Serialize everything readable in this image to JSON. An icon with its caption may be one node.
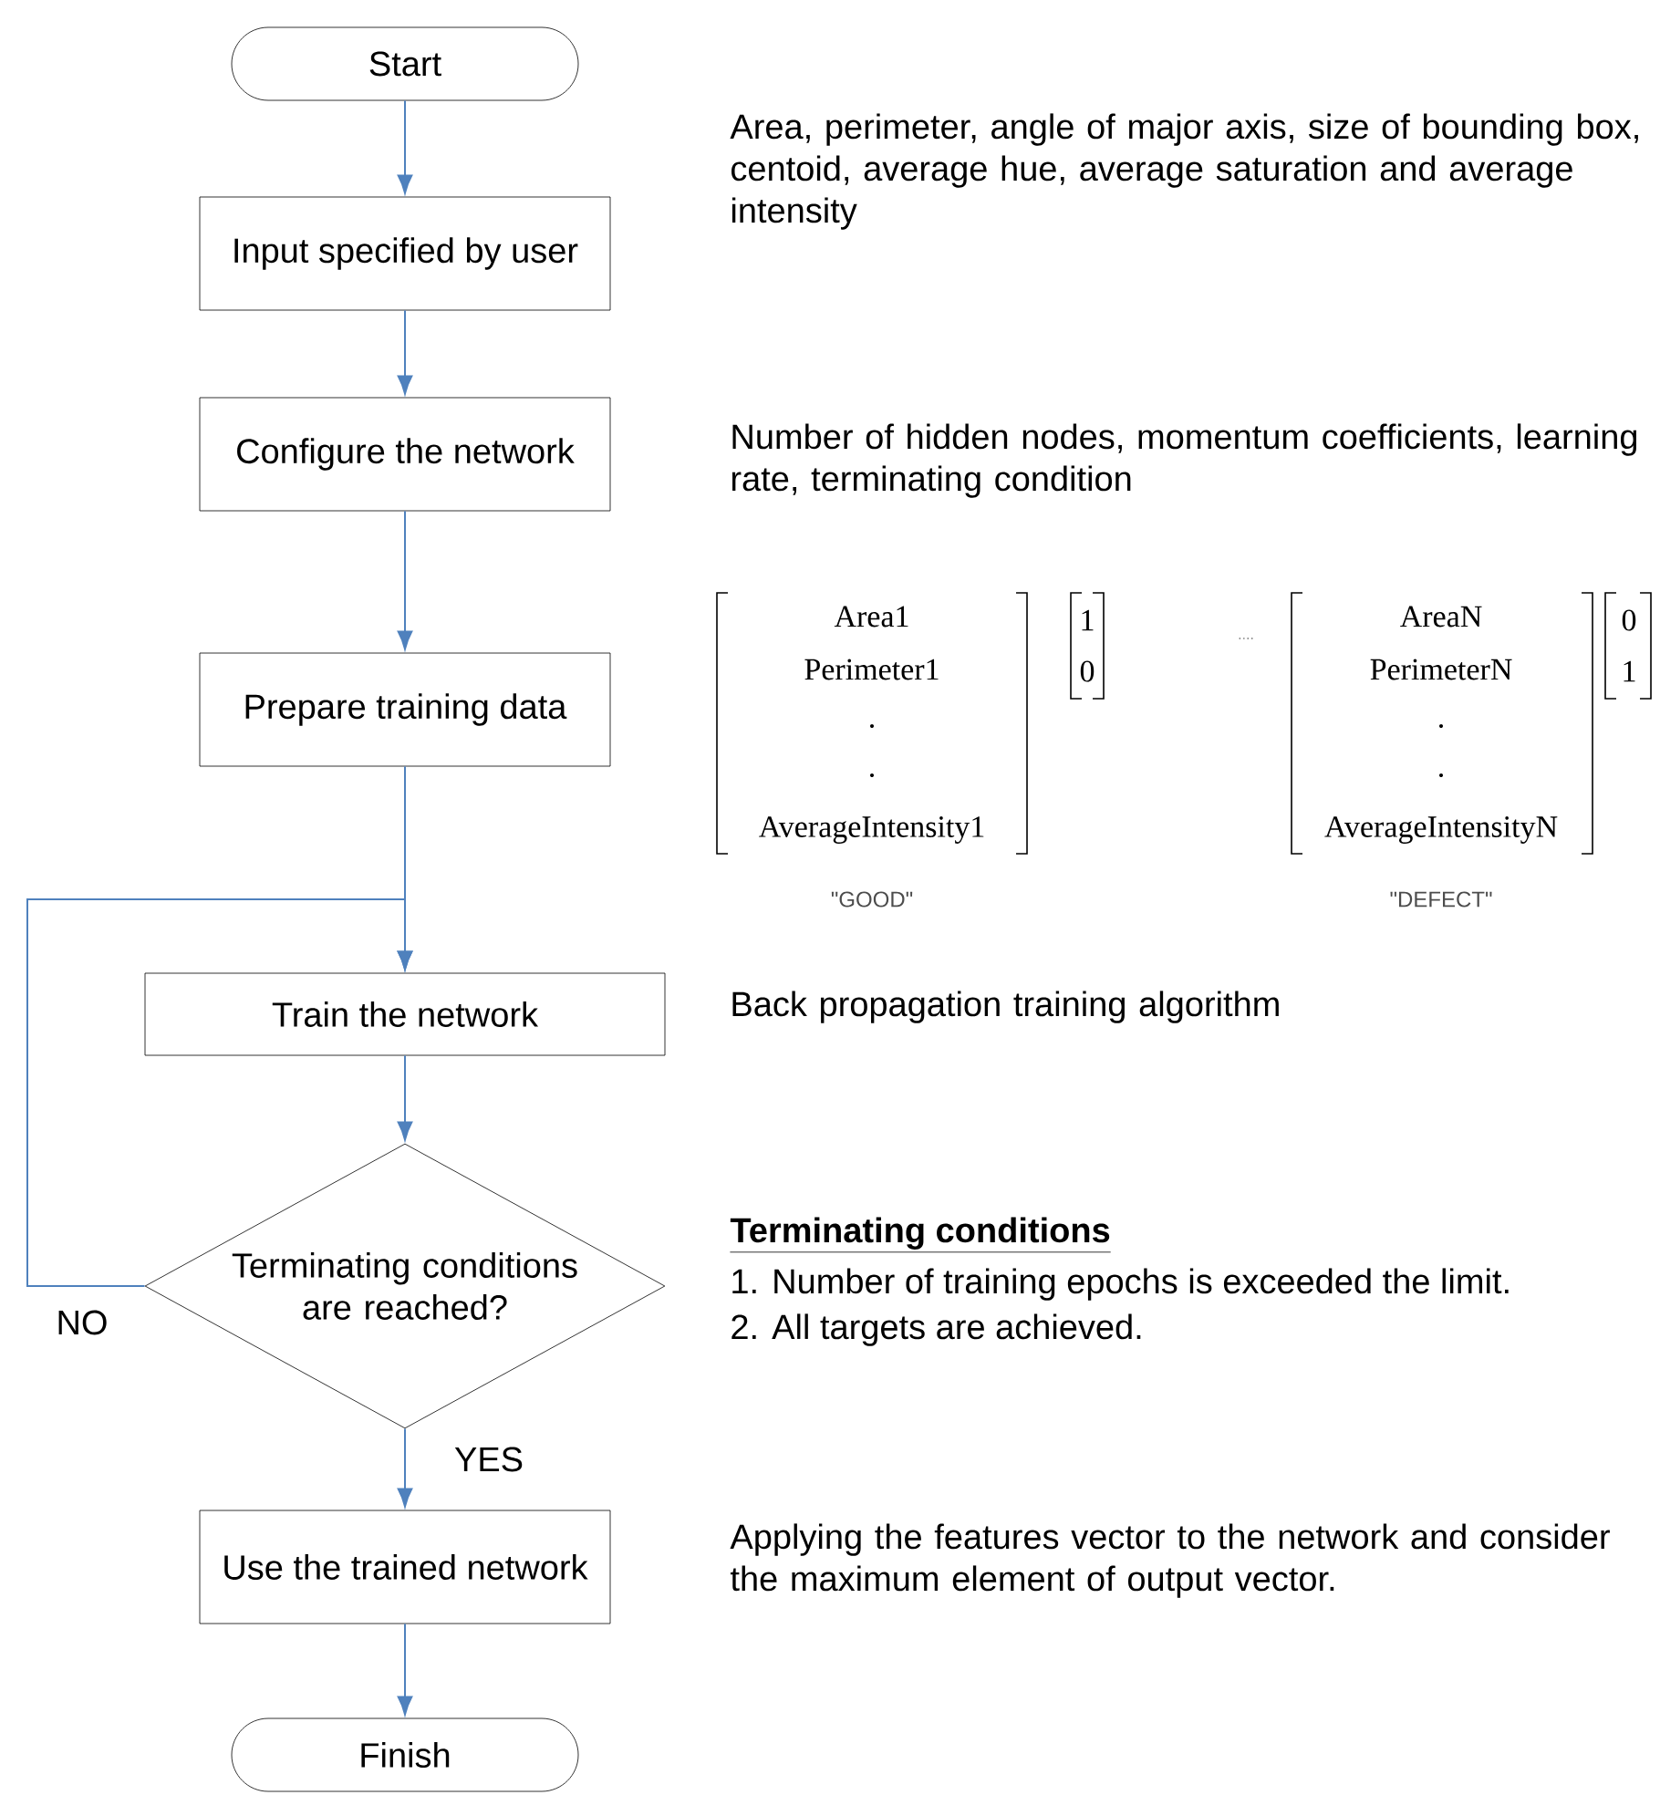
{
  "diagram": {
    "nodes": [
      {
        "text": [
          "Start"
        ]
      },
      {
        "text": [
          "Input specified by user"
        ],
        "beside": [
          "Area, perimeter, angle of major axis, size of bounding box, centoid, average hue, average saturation and average intensity"
        ]
      },
      {
        "text": [
          "Configure the network"
        ],
        "beside": [
          "Number of hidden nodes, momentum coefficients, learning rate, terminating condition"
        ]
      },
      {
        "text": [
          "Prepare training data"
        ]
      },
      {
        "text": [
          "Train the network"
        ],
        "beside": [
          "Back propagation training algorithm"
        ]
      },
      {
        "text": [
          "Terminating conditions are reached?"
        ]
      },
      {
        "text": [
          "Use the trained network"
        ],
        "beside": [
          "Applying the features vector to the network and consider the maximum element of output vector."
        ]
      },
      {
        "text": [
          "Finish"
        ]
      }
    ],
    "edges": [
      {
        "from": 0,
        "to": 1,
        "arrow": "to"
      },
      {
        "from": 1,
        "to": 2,
        "arrow": "to"
      },
      {
        "from": 2,
        "to": 3,
        "arrow": "to"
      },
      {
        "from": 3,
        "to": 4,
        "arrow": "to"
      },
      {
        "from": 4,
        "to": 5,
        "arrow": "to"
      },
      {
        "from": 5,
        "to": 6,
        "arrow": "to",
        "label": "YES"
      },
      {
        "from": 5,
        "to": 4,
        "arrow": "to",
        "label": "NO"
      },
      {
        "from": 6,
        "to": 7,
        "arrow": "to"
      }
    ],
    "labels": [
      "Area1",
      "Perimeter1",
      ".",
      ".",
      "AverageIntensity1",
      "1",
      "0",
      "....",
      "AreaN",
      "PerimeterN",
      ".",
      ".",
      "AverageIntensityN",
      "0",
      "1",
      "\"GOOD\"",
      "\"DEFECT\"",
      "Terminating conditions",
      "1. Number of training epochs is exceeded the limit.",
      "2. All targets are achieved."
    ]
  }
}
